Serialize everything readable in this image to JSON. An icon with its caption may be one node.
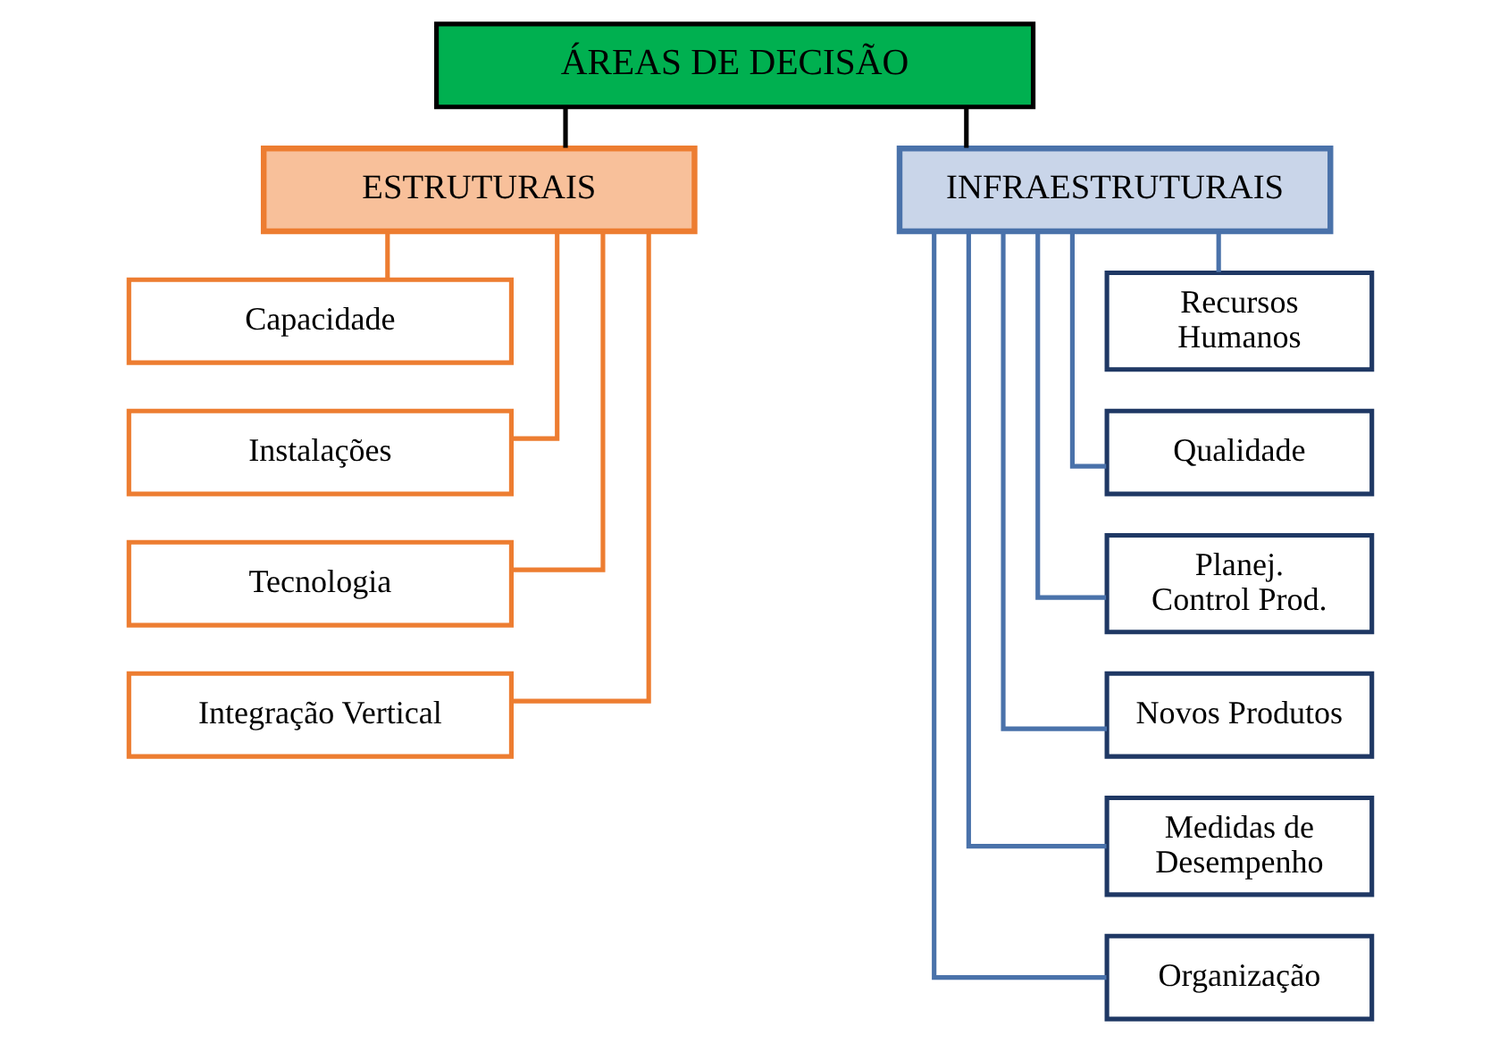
{
  "diagram": {
    "nodes": [
      {
        "text": [
          "ÁREAS DE DECISÃO"
        ]
      },
      {
        "text": [
          "ESTRUTURAIS"
        ]
      },
      {
        "text": [
          "INFRAESTRUTURAIS"
        ]
      },
      {
        "text": [
          "Capacidade"
        ]
      },
      {
        "text": [
          "Instalações"
        ]
      },
      {
        "text": [
          "Tecnologia"
        ]
      },
      {
        "text": [
          "Integração Vertical"
        ]
      },
      {
        "text": [
          "Recursos Humanos"
        ]
      },
      {
        "text": [
          "Qualidade"
        ]
      },
      {
        "text": [
          "Planej. Control Prod."
        ]
      },
      {
        "text": [
          "Novos Produtos"
        ]
      },
      {
        "text": [
          "Medidas de Desempenho"
        ]
      },
      {
        "text": [
          "Organização"
        ]
      }
    ],
    "edges": [
      {
        "from": 0,
        "to": 1,
        "arrow": "none",
        "color": "#000000"
      },
      {
        "from": 0,
        "to": 2,
        "arrow": "none",
        "color": "#000000"
      },
      {
        "from": 1,
        "to": 3,
        "arrow": "none",
        "color": "#ed7d31"
      },
      {
        "from": 1,
        "to": 4,
        "arrow": "none",
        "color": "#ed7d31"
      },
      {
        "from": 1,
        "to": 5,
        "arrow": "none",
        "color": "#ed7d31"
      },
      {
        "from": 1,
        "to": 6,
        "arrow": "none",
        "color": "#ed7d31"
      },
      {
        "from": 2,
        "to": 7,
        "arrow": "none",
        "color": "#4a72aa"
      },
      {
        "from": 2,
        "to": 8,
        "arrow": "none",
        "color": "#4a72aa"
      },
      {
        "from": 2,
        "to": 9,
        "arrow": "none",
        "color": "#4a72aa"
      },
      {
        "from": 2,
        "to": 10,
        "arrow": "none",
        "color": "#4a72aa"
      },
      {
        "from": 2,
        "to": 11,
        "arrow": "none",
        "color": "#4a72aa"
      },
      {
        "from": 2,
        "to": 12,
        "arrow": "none",
        "color": "#4a72aa"
      }
    ]
  }
}
